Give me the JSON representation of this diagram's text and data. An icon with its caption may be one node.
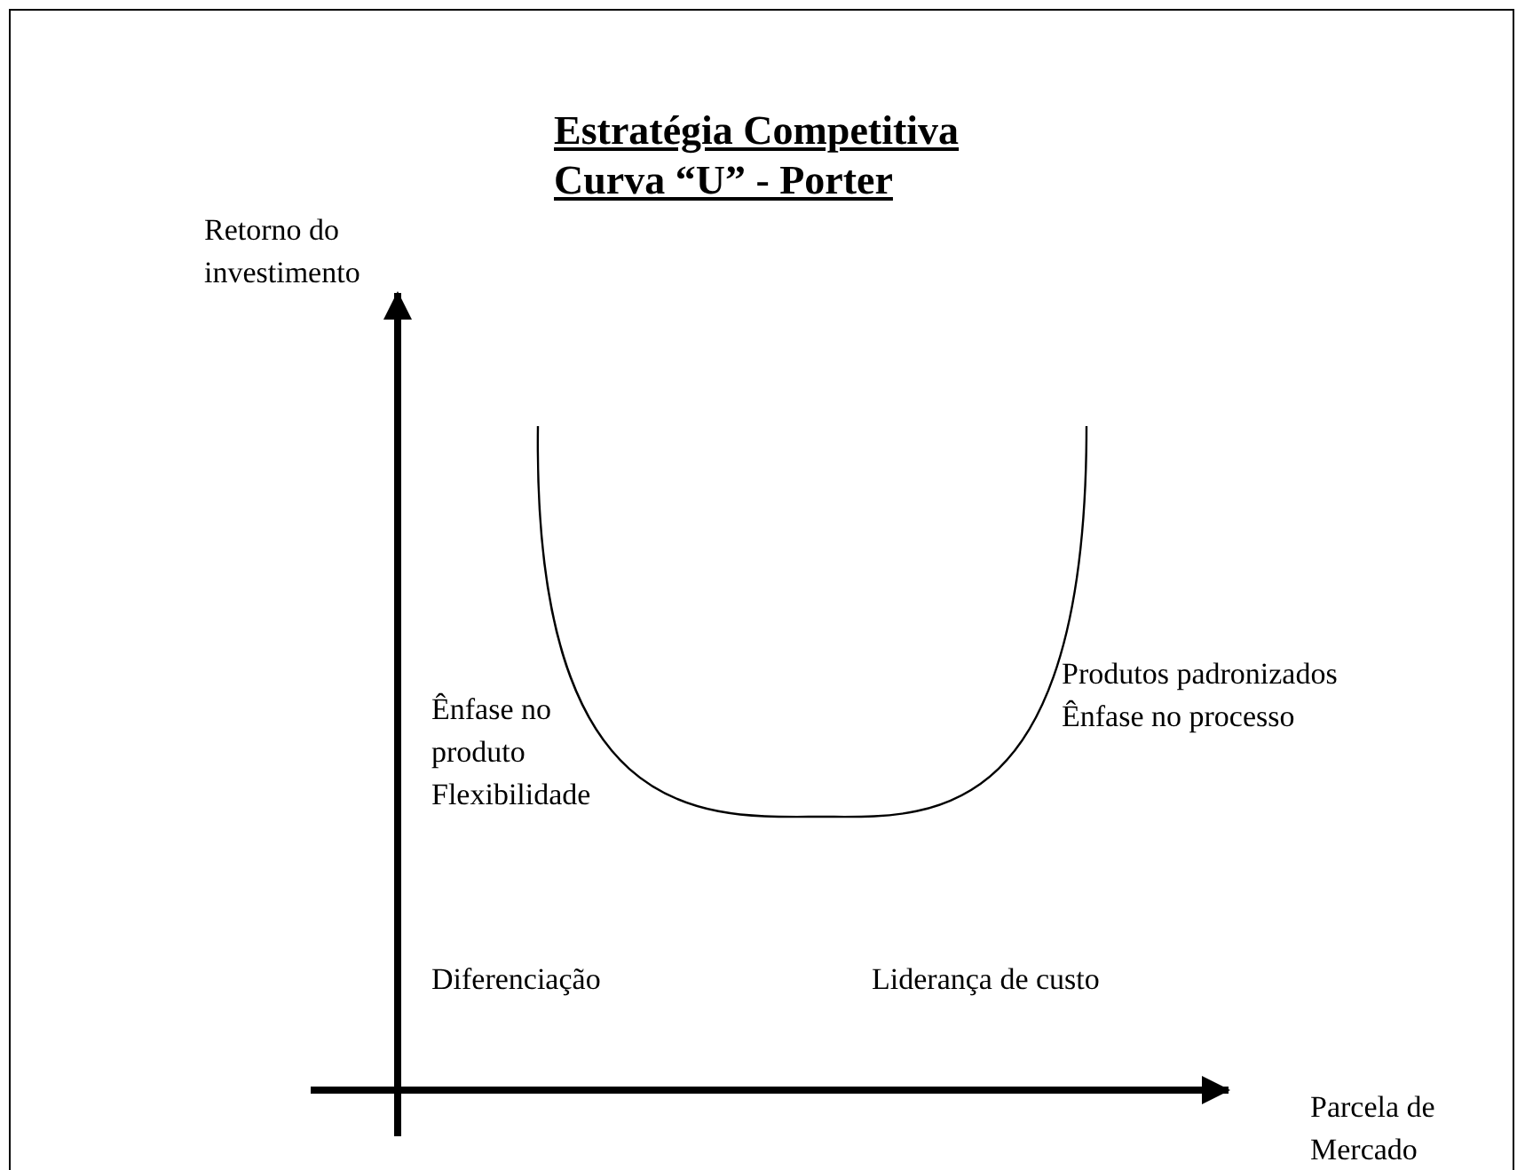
{
  "diagram": {
    "title": "Estratégia Competitiva Curva “U” - Porter",
    "labels": [
      "Retorno do investimento",
      "Ênfase no produto",
      "Flexibilidade",
      "Produtos padronizados",
      "Ênfase no processo",
      "Diferenciação",
      "Liderança de custo",
      "Parcela de Mercado"
    ]
  }
}
